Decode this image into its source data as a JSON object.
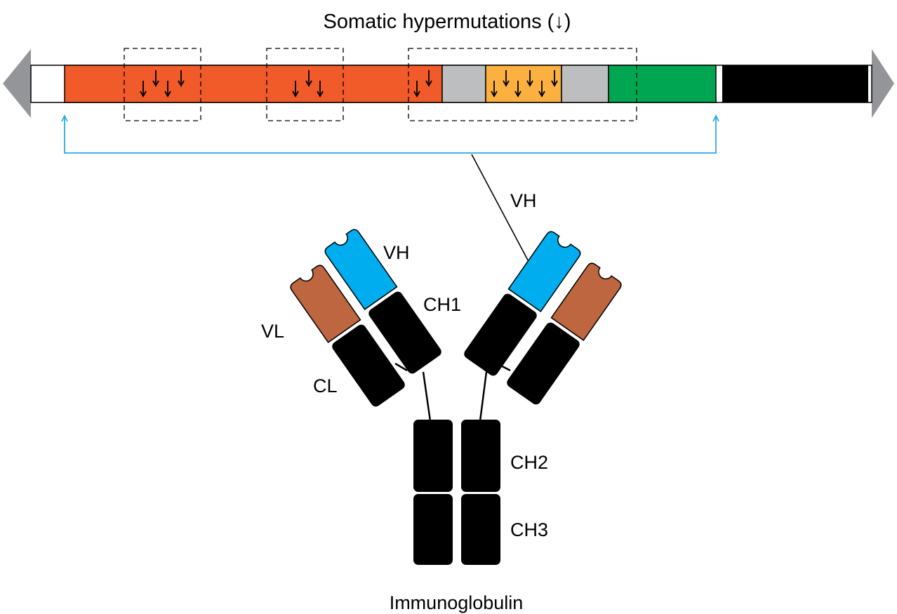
{
  "title": "Somatic hypermutations (↓)",
  "caption": "Immunoglobulin",
  "arrow_label": "VH",
  "labels": {
    "vh": "VH",
    "ch1": "CH1",
    "vl": "VL",
    "cl": "CL",
    "ch2": "CH2",
    "ch3": "CH3"
  },
  "colors": {
    "framework": "#f15a29",
    "d_segment": "#bcbec0",
    "cdr3": "#fbb040",
    "j_segment": "#00a651",
    "constant": "#000000",
    "heavy_variable": "#00aeef",
    "light_variable": "#bd6640",
    "bracket": "#29abe2",
    "end_arrow": "#939598"
  },
  "icons": [
    "left-arrow-icon",
    "right-arrow-icon",
    "mutation-arrow-icon"
  ]
}
